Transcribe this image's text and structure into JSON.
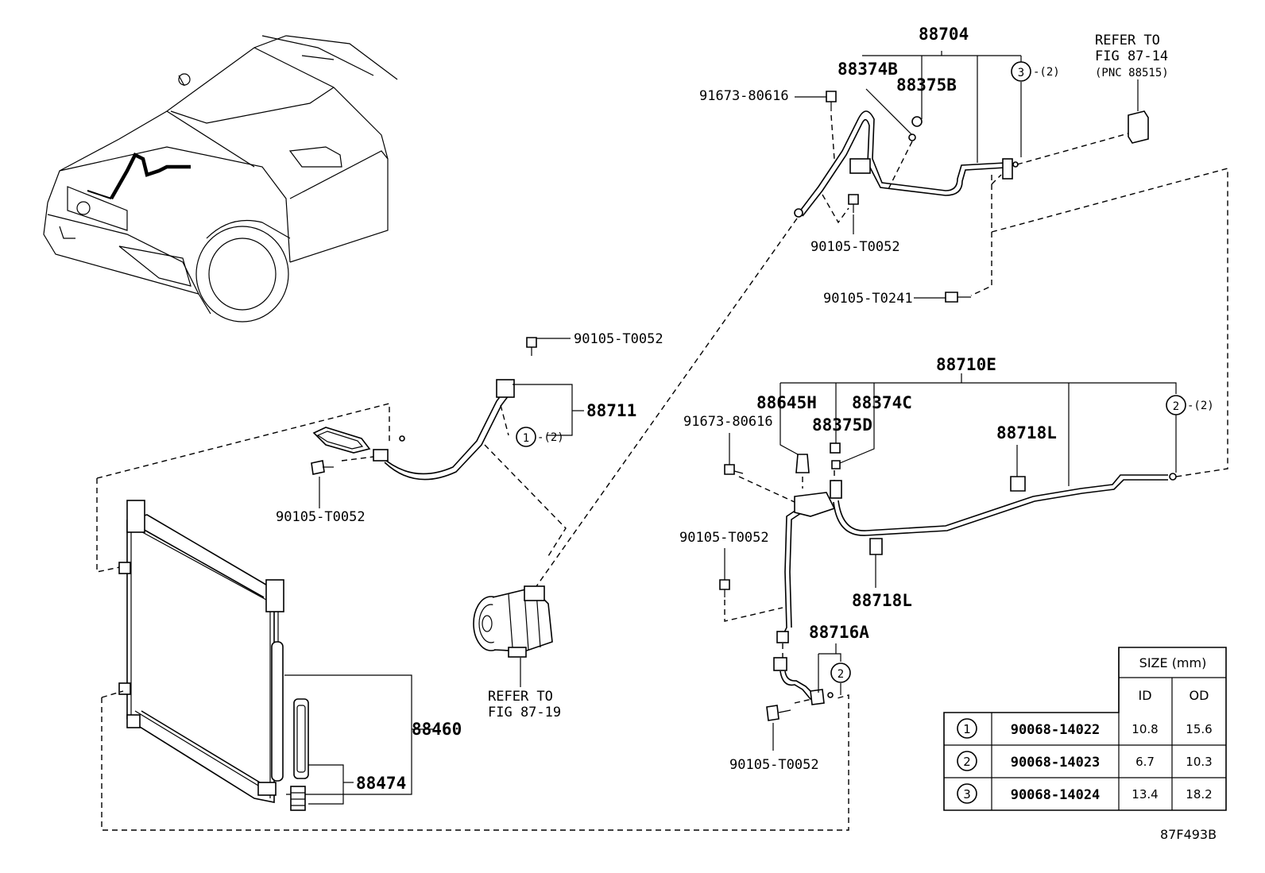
{
  "figure_id": "87F493B",
  "labels": {
    "p88704": "88704",
    "p88374b": "88374B",
    "p88375b": "88375B",
    "p91673_top": "91673-80616",
    "p90105_t0052_top": "90105-T0052",
    "p90105_t0241": "90105-T0241",
    "refer_top_1": "REFER TO",
    "refer_top_2": "FIG 87-14",
    "refer_top_3": "(PNC 88515)",
    "circ3_top": "3",
    "circ3_top_qty": "-(2)",
    "p90105_mid": "90105-T0052",
    "p88711": "88711",
    "circ1": "1",
    "circ1_qty": "-(2)",
    "p90105_left": "90105-T0052",
    "refer_bot_1": "REFER TO",
    "refer_bot_2": "FIG 87-19",
    "p88460": "88460",
    "p88474": "88474",
    "p88710e": "88710E",
    "p88645h": "88645H",
    "p88374c": "88374C",
    "p88375d": "88375D",
    "p91673_right": "91673-80616",
    "p88718l_top": "88718L",
    "p88718l_bot": "88718L",
    "circ2_right": "2",
    "circ2_right_qty": "-(2)",
    "p90105_right": "90105-T0052",
    "p88716a": "88716A",
    "circ2_mid": "2",
    "p90105_bottom": "90105-T0052"
  },
  "size_table": {
    "header": "SIZE (mm)",
    "col_id": "ID",
    "col_od": "OD",
    "rows": [
      {
        "mark": "1",
        "part": "90068-14022",
        "id": "10.8",
        "od": "15.6"
      },
      {
        "mark": "2",
        "part": "90068-14023",
        "id": "6.7",
        "od": "10.3"
      },
      {
        "mark": "3",
        "part": "90068-14024",
        "id": "13.4",
        "od": "18.2"
      }
    ]
  }
}
